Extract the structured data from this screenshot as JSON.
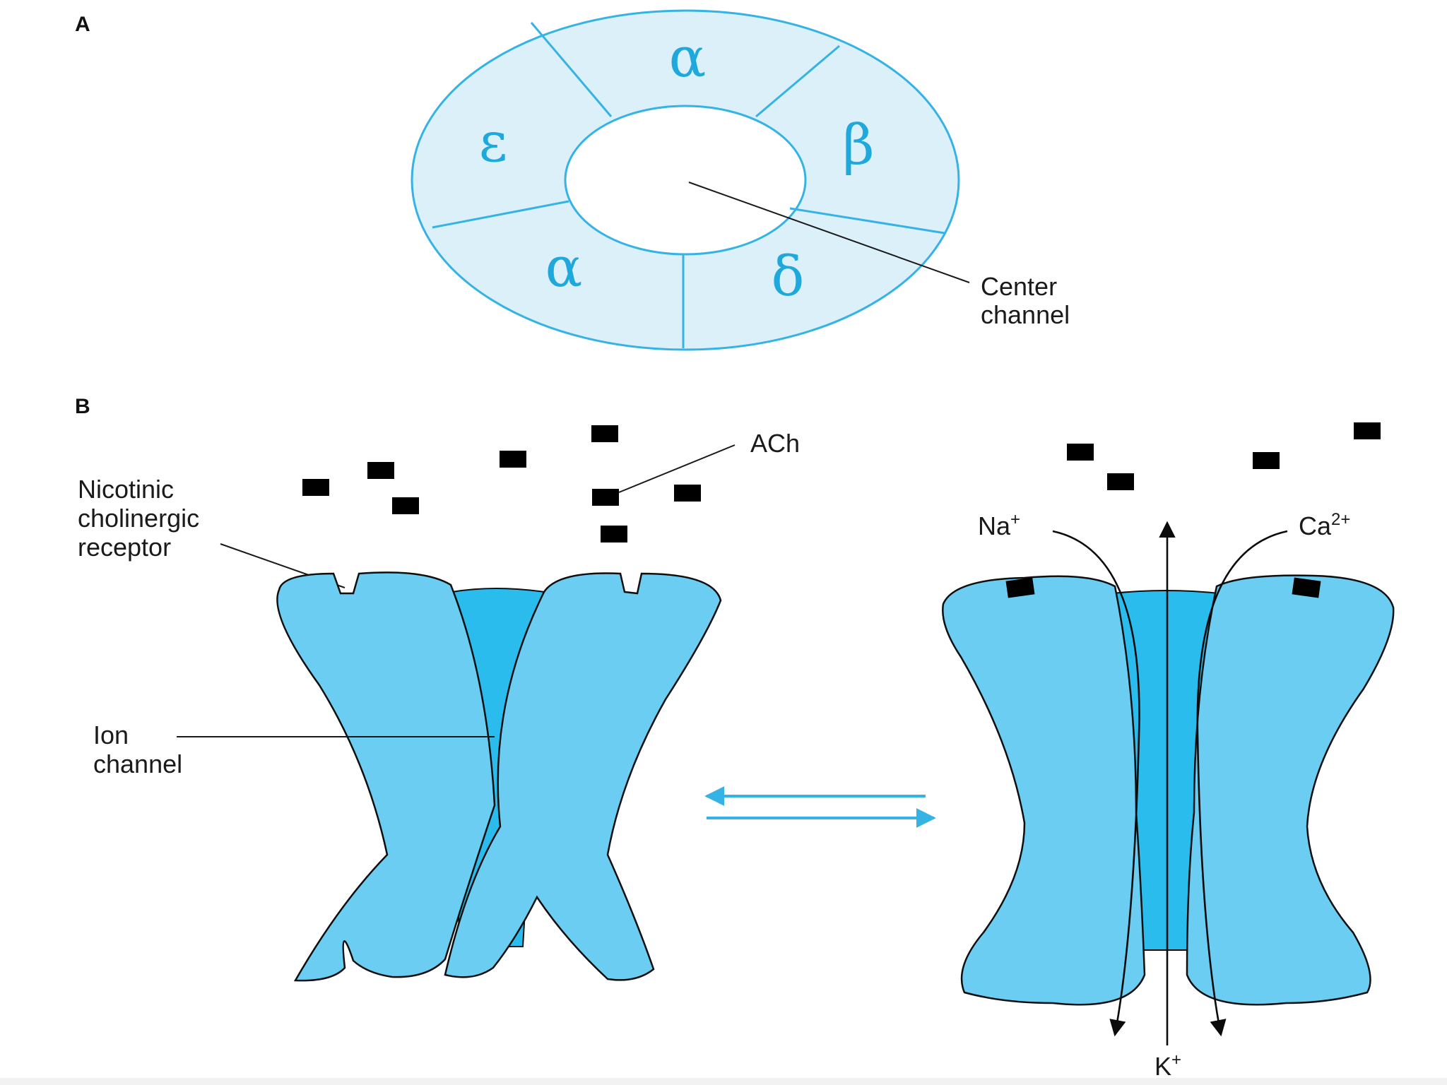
{
  "panel_a": {
    "label": "A",
    "subunits": [
      {
        "symbol": "α",
        "position": "top"
      },
      {
        "symbol": "β",
        "position": "right"
      },
      {
        "symbol": "δ",
        "position": "bottom-right"
      },
      {
        "symbol": "α",
        "position": "bottom-left"
      },
      {
        "symbol": "ε",
        "position": "left"
      }
    ],
    "center_label_line1": "Center",
    "center_label_line2": "channel"
  },
  "panel_b": {
    "label": "B",
    "ach_label": "ACh",
    "receptor_label_line1": "Nicotinic",
    "receptor_label_line2": "cholinergic",
    "receptor_label_line3": "receptor",
    "ion_channel_line1": "Ion",
    "ion_channel_line2": "channel",
    "ions": {
      "na_base": "Na",
      "na_sup": "+",
      "ca_base": "Ca",
      "ca_sup": "2+",
      "k_base": "K",
      "k_sup": "+"
    }
  },
  "colors": {
    "subunit_fill": "#dcf0fa",
    "subunit_stroke": "#34b3e4",
    "greek_text": "#1fa8dc",
    "protein_fill": "#6ccdf2",
    "pore_fill": "#2bbcee",
    "equilibrium_arrow": "#34b3e4",
    "ach_marker": "#000000"
  }
}
